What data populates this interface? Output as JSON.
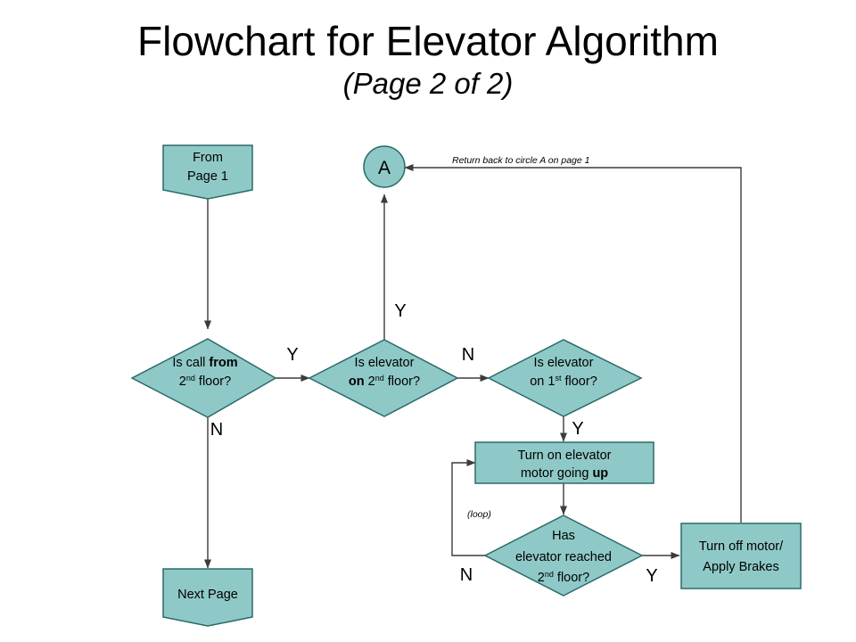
{
  "page": {
    "title": "Flowchart for Elevator Algorithm",
    "subtitle": "(Page 2 of 2)"
  },
  "colors": {
    "shape_fill": "#8FC9C7",
    "shape_stroke": "#2A6B69",
    "line": "#3C3C3C"
  },
  "nodes": {
    "from_page_1": {
      "line1": "From",
      "line2": "Page 1"
    },
    "connector_a": {
      "label": "A"
    },
    "decision_call_from_2nd": {
      "line1_a": "Is call ",
      "line1_b": "from",
      "line2_a": "2",
      "line2_sup": "nd",
      "line2_b": " floor?"
    },
    "decision_elevator_on_2nd": {
      "line1": "Is elevator",
      "line2_a": "on",
      "line2_b": " 2",
      "line2_sup": "nd",
      "line2_c": " floor?"
    },
    "decision_elevator_on_1st": {
      "line1": "Is elevator",
      "line2_a": "on 1",
      "line2_sup": "st",
      "line2_b": " floor?"
    },
    "process_motor_up": {
      "line1": "Turn on elevator",
      "line2_a": "motor going ",
      "line2_b": "up"
    },
    "decision_reached_2nd": {
      "line1": "Has",
      "line2": "elevator reached",
      "line3_a": "2",
      "line3_sup": "nd",
      "line3_b": " floor?"
    },
    "process_brakes": {
      "line1": "Turn off motor/",
      "line2": "Apply Brakes"
    },
    "next_page": {
      "label": "Next Page"
    }
  },
  "labels": {
    "call_from_2nd_yes": "Y",
    "call_from_2nd_no": "N",
    "on_2nd_yes": "Y",
    "on_2nd_no": "N",
    "on_1st_yes": "Y",
    "reached_2nd_no": "N",
    "reached_2nd_yes": "Y",
    "loop_note": "(loop)",
    "return_note": "Return back to circle A on page 1"
  }
}
